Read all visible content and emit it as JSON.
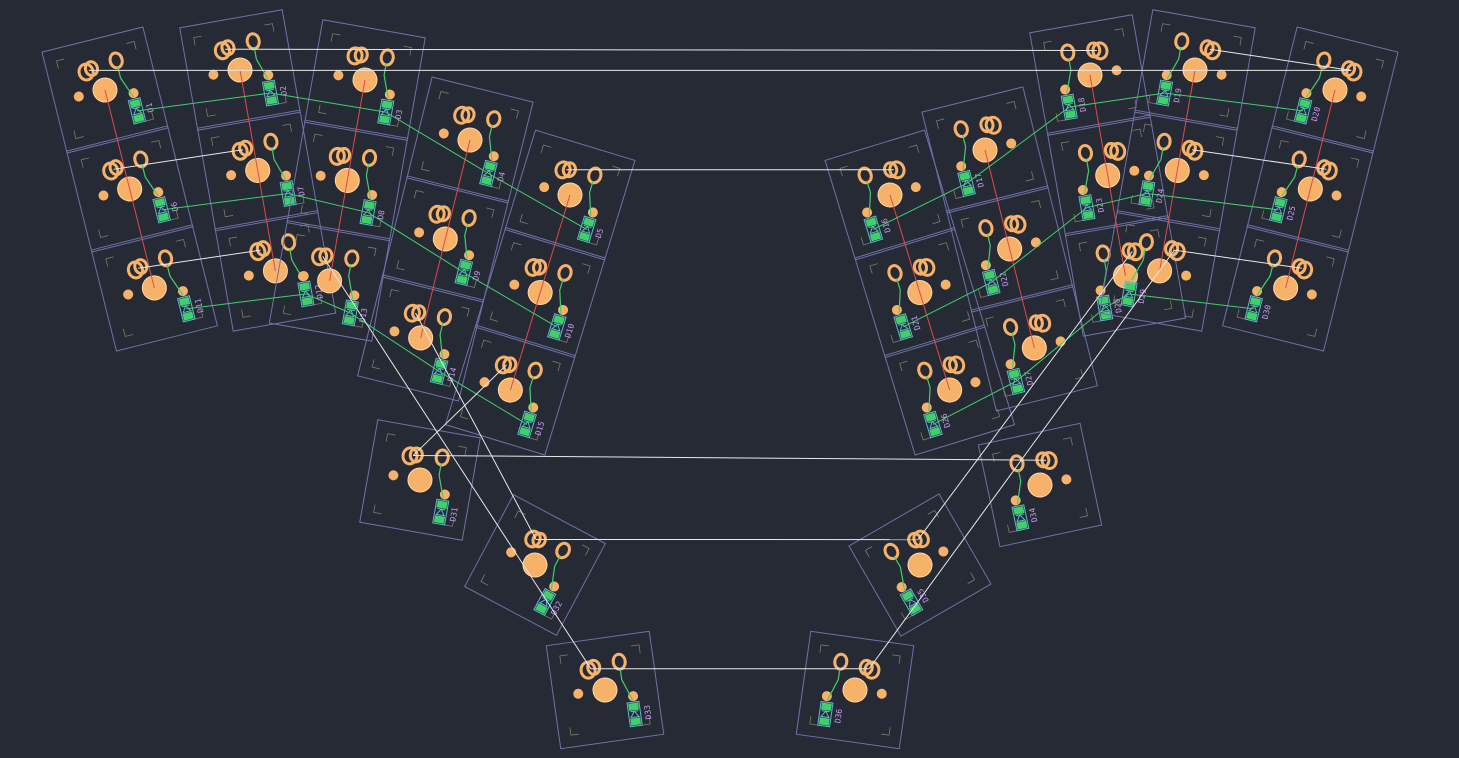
{
  "app": {
    "title": "PCB layout view",
    "background": "#262a35"
  },
  "colors": {
    "outline": "#6e72a8",
    "courtyard": "#7f7a6a",
    "pad": "#f7b26a",
    "pad_ring": "#ffd7a6",
    "diode_body": "#3fd06a",
    "diode_outline": "#5fb6d6",
    "diode_label": "#c89bf0",
    "trace_front": "#e04a4a",
    "trace_back": "#3fd06a",
    "ratsnest": "#e8e8e8"
  },
  "footprints_left": [
    {
      "ref": "D1",
      "row": 0,
      "col": 0
    },
    {
      "ref": "D2",
      "row": 0,
      "col": 1
    },
    {
      "ref": "D3",
      "row": 0,
      "col": 2
    },
    {
      "ref": "D4",
      "row": 0,
      "col": 3
    },
    {
      "ref": "D5",
      "row": 0,
      "col": 4
    },
    {
      "ref": "D6",
      "row": 1,
      "col": 0
    },
    {
      "ref": "D7",
      "row": 1,
      "col": 1
    },
    {
      "ref": "D8",
      "row": 1,
      "col": 2
    },
    {
      "ref": "D9",
      "row": 1,
      "col": 3
    },
    {
      "ref": "D10",
      "row": 1,
      "col": 4
    },
    {
      "ref": "D11",
      "row": 2,
      "col": 0
    },
    {
      "ref": "D12",
      "row": 2,
      "col": 1
    },
    {
      "ref": "D13",
      "row": 2,
      "col": 2
    },
    {
      "ref": "D14",
      "row": 2,
      "col": 3
    },
    {
      "ref": "D15",
      "row": 2,
      "col": 4
    }
  ],
  "footprints_right": [
    {
      "ref": "D16",
      "row": 0,
      "col": 0
    },
    {
      "ref": "D17",
      "row": 0,
      "col": 1
    },
    {
      "ref": "D18",
      "row": 0,
      "col": 2
    },
    {
      "ref": "D19",
      "row": 0,
      "col": 3
    },
    {
      "ref": "D20",
      "row": 0,
      "col": 4
    },
    {
      "ref": "D21",
      "row": 1,
      "col": 0
    },
    {
      "ref": "D22",
      "row": 1,
      "col": 1
    },
    {
      "ref": "D23",
      "row": 1,
      "col": 2
    },
    {
      "ref": "D24",
      "row": 1,
      "col": 3
    },
    {
      "ref": "D25",
      "row": 1,
      "col": 4
    },
    {
      "ref": "D26",
      "row": 2,
      "col": 0
    },
    {
      "ref": "D27",
      "row": 2,
      "col": 1
    },
    {
      "ref": "D28",
      "row": 2,
      "col": 2
    },
    {
      "ref": "D29",
      "row": 2,
      "col": 3
    },
    {
      "ref": "D30",
      "row": 2,
      "col": 4
    }
  ],
  "thumb_left": [
    {
      "ref": "D31"
    },
    {
      "ref": "D32"
    },
    {
      "ref": "D33"
    }
  ],
  "thumb_right": [
    {
      "ref": "D34"
    },
    {
      "ref": "D35"
    },
    {
      "ref": "D36"
    }
  ]
}
